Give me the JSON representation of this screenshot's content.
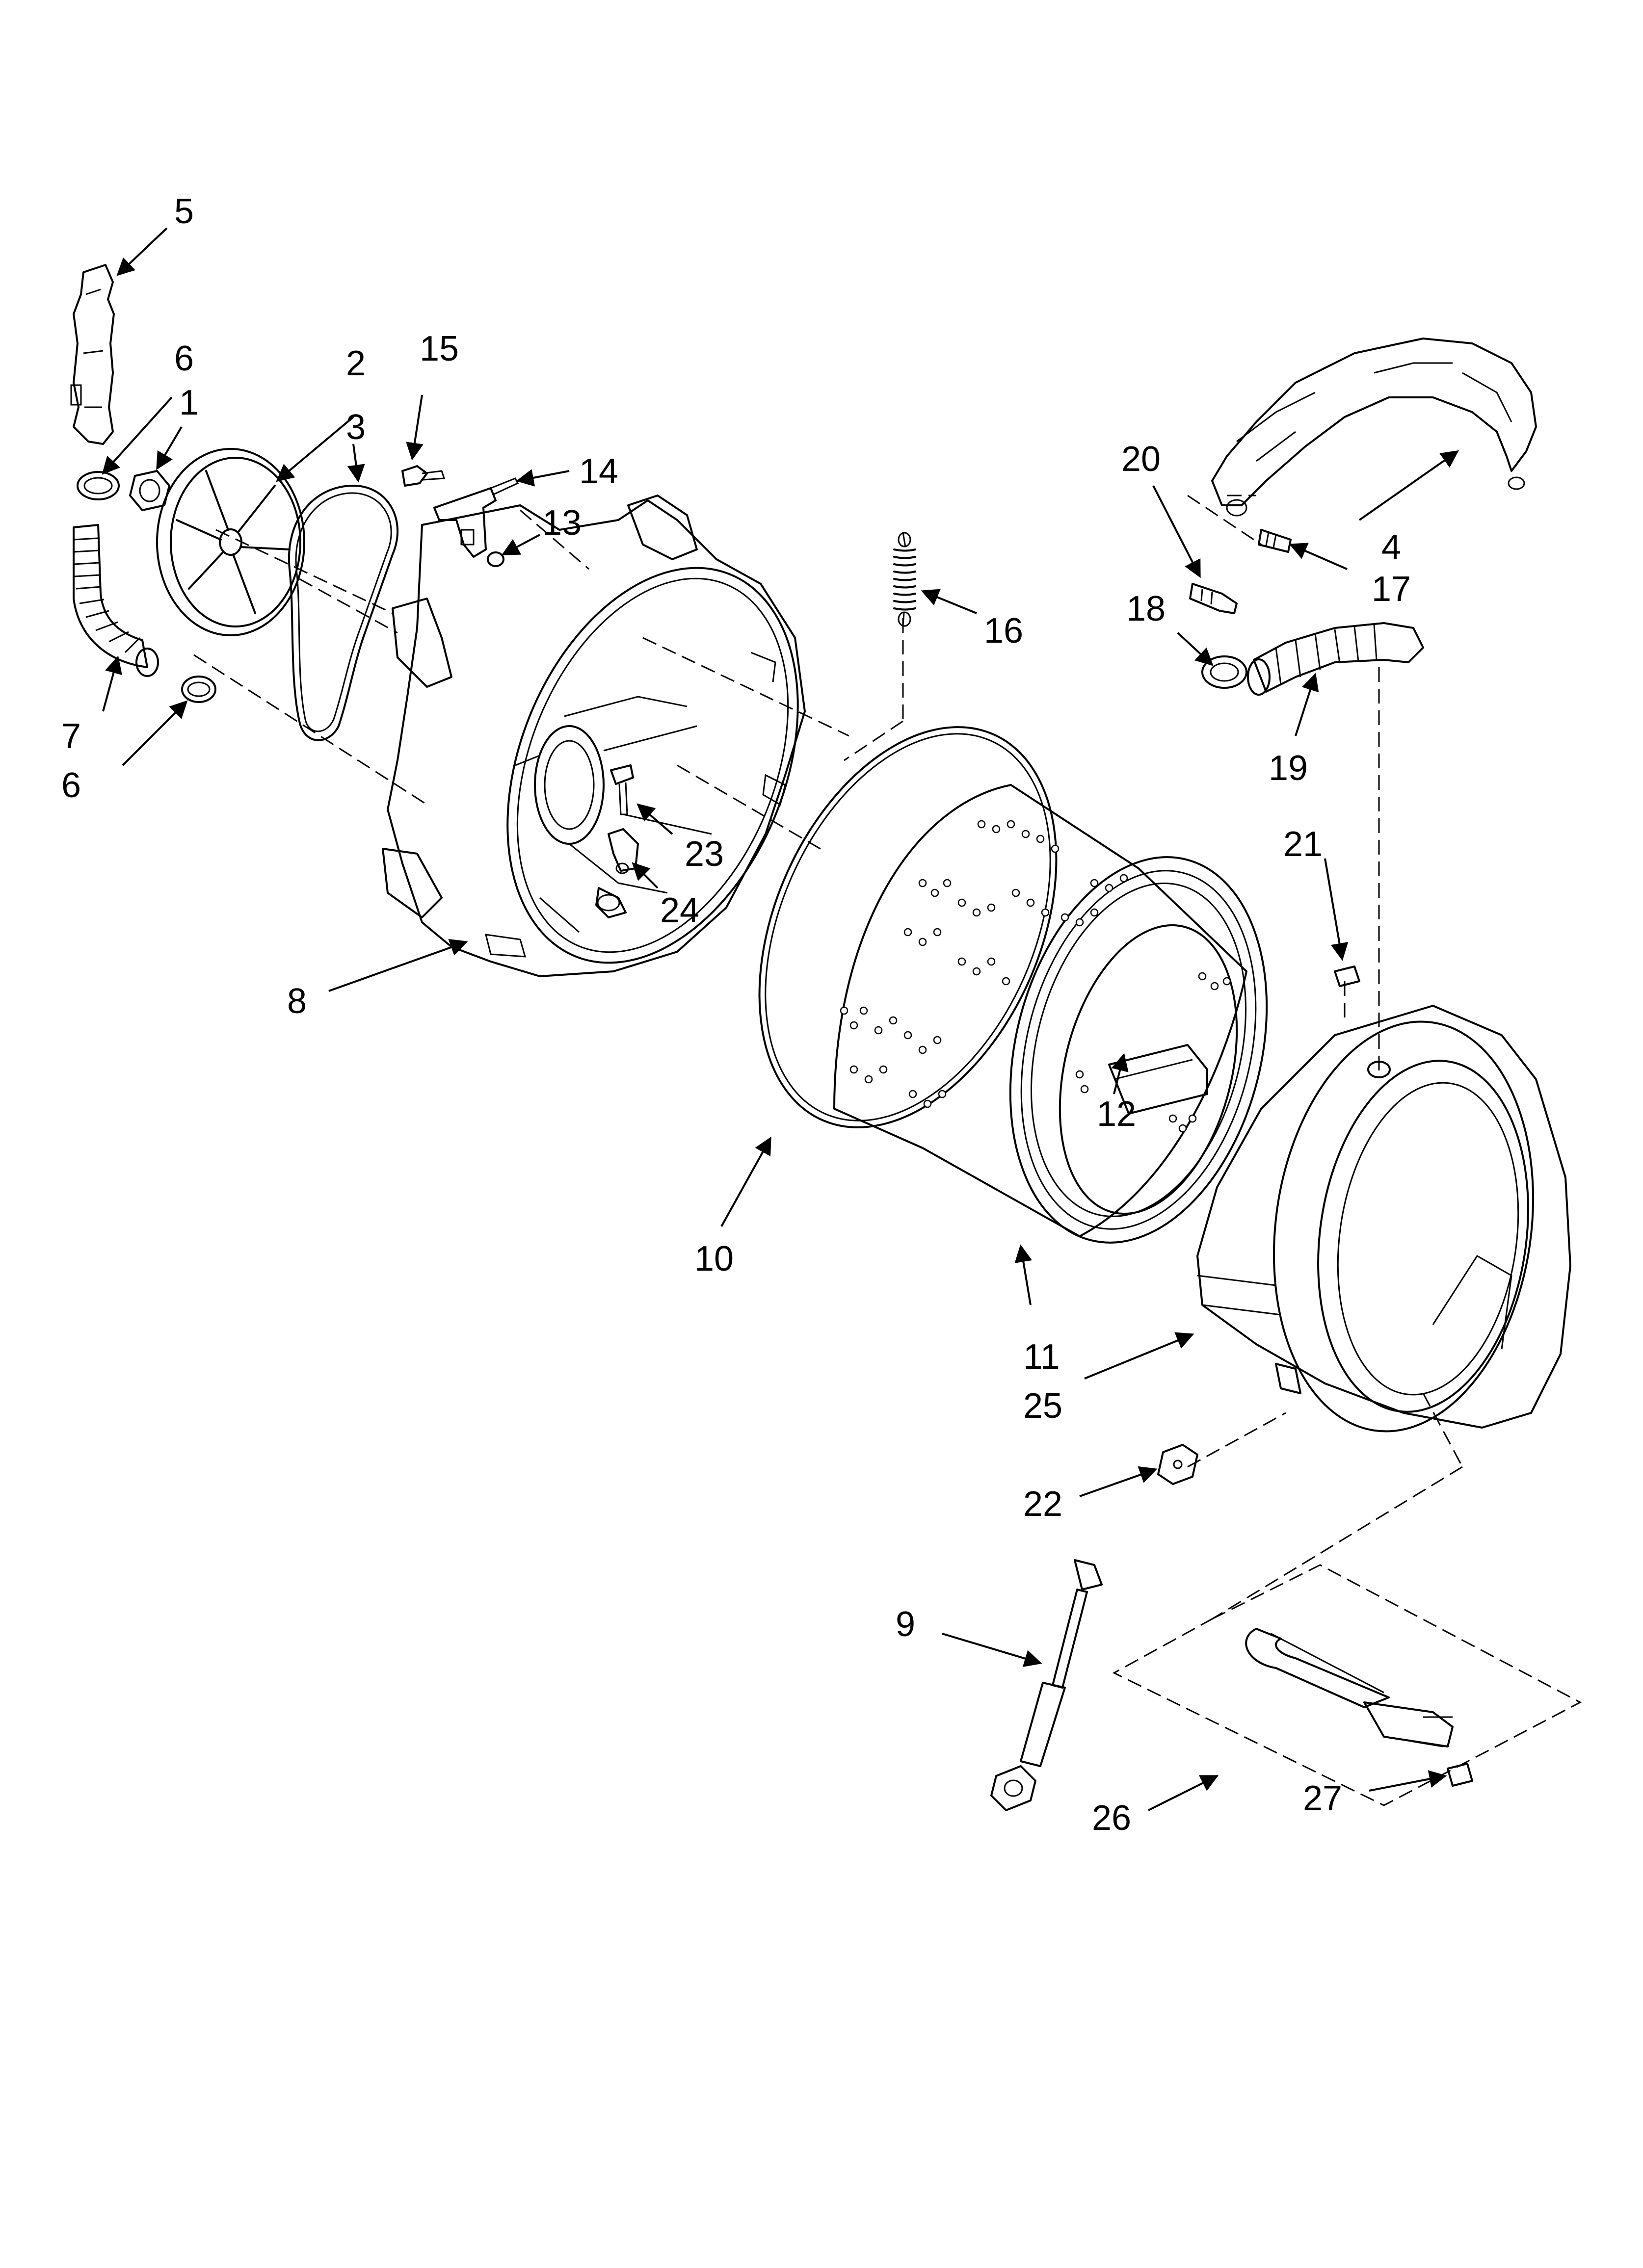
{
  "callouts": {
    "c1": "1",
    "c2": "2",
    "c3": "3",
    "c4": "4",
    "c5": "5",
    "c6a": "6",
    "c6b": "6",
    "c7": "7",
    "c8": "8",
    "c9": "9",
    "c10": "10",
    "c11": "11",
    "c12": "12",
    "c13": "13",
    "c14": "14",
    "c15": "15",
    "c16": "16",
    "c17": "17",
    "c18": "18",
    "c19": "19",
    "c20": "20",
    "c21": "21",
    "c22": "22",
    "c23": "23",
    "c24": "24",
    "c25": "25",
    "c26": "26",
    "c27": "27"
  }
}
